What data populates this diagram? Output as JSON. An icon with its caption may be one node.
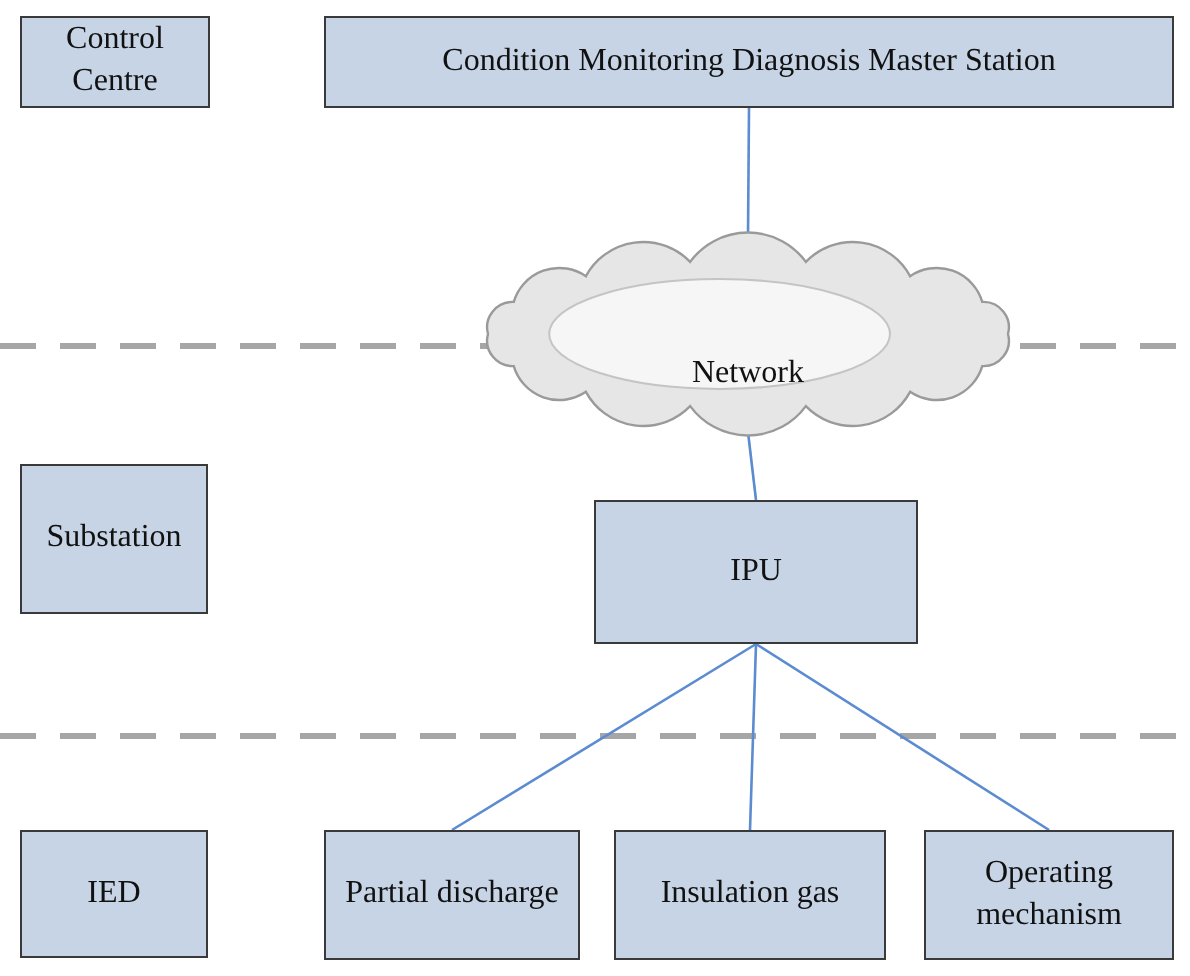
{
  "diagram": {
    "nodes": [
      {
        "text": [
          "Control Centre"
        ]
      },
      {
        "text": [
          "Condition Monitoring Diagnosis Master Station"
        ]
      },
      {
        "text": [
          "Network"
        ]
      },
      {
        "text": [
          "Substation"
        ]
      },
      {
        "text": [
          "IPU"
        ]
      },
      {
        "text": [
          "IED"
        ]
      },
      {
        "text": [
          "Partial discharge"
        ]
      },
      {
        "text": [
          "Insulation gas"
        ]
      },
      {
        "text": [
          "Operating mechanism"
        ]
      }
    ],
    "edges": [
      {
        "from": 1,
        "to": 2,
        "arrow": "none"
      },
      {
        "from": 2,
        "to": 4,
        "arrow": "none"
      },
      {
        "from": 4,
        "to": 6,
        "arrow": "none"
      },
      {
        "from": 4,
        "to": 7,
        "arrow": "none"
      },
      {
        "from": 4,
        "to": 8,
        "arrow": "none"
      }
    ]
  }
}
